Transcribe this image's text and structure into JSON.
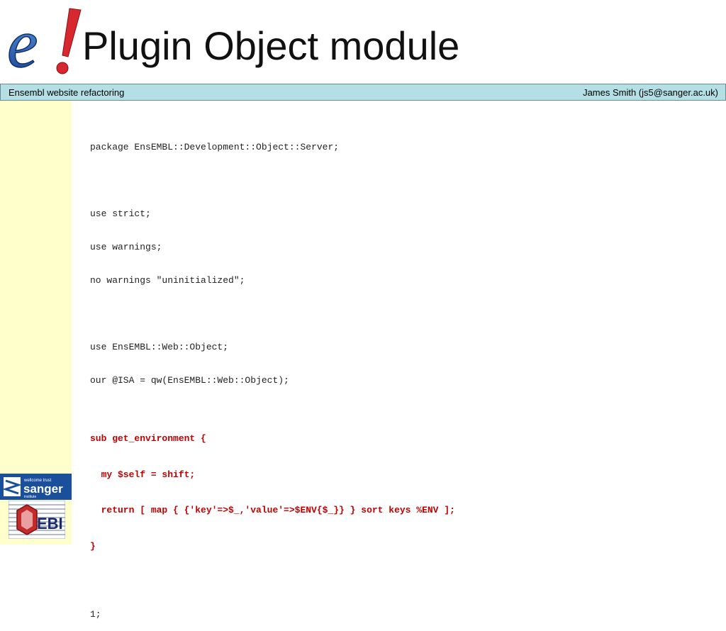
{
  "slide": {
    "title": "Plugin Object module",
    "footer_left": "Ensembl website refactoring",
    "footer_right": "James Smith (js5@sanger.ac.uk)"
  },
  "logos": {
    "ensembl": "e!",
    "sanger_line1": "wellcome trust",
    "sanger_line2": "sanger",
    "sanger_line3": "institute",
    "ebi": "EBI"
  },
  "code": {
    "plain_lines_1": [
      "package EnsEMBL::Development::Object::Server;",
      "",
      "use strict;",
      "use warnings;",
      "no warnings \"uninitialized\";",
      "",
      "use EnsEMBL::Web::Object;",
      "our @ISA = qw(EnsEMBL::Web::Object);"
    ],
    "highlight_lines": [
      "sub get_environment {",
      "  my $self = shift;",
      "  return [ map { {'key'=>$_,'value'=>$ENV{$_}} } sort keys %ENV ];",
      "}"
    ],
    "plain_lines_2": [
      "",
      "1;"
    ]
  },
  "colors": {
    "band": "#b3dfe5",
    "sidebar": "#ffffcc",
    "code_highlight": "#c00000",
    "logo_blue": "#1a4f9c",
    "logo_red": "#d7282f"
  }
}
